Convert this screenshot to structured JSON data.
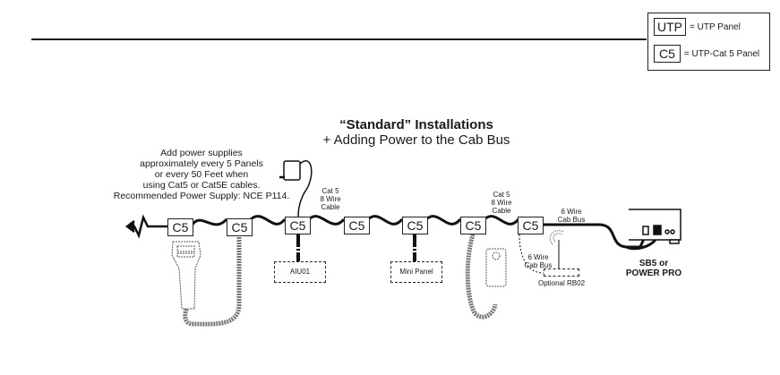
{
  "legend": {
    "items": [
      {
        "key": "UTP",
        "label": "= UTP Panel"
      },
      {
        "key": "C5",
        "label": "= UTP-Cat 5 Panel"
      }
    ]
  },
  "title": {
    "line1": "“Standard” Installations",
    "line2": "+ Adding Power to the Cab Bus"
  },
  "note": {
    "lines": [
      "Add power supplies",
      "approximately every 5 Panels",
      "or every 50 Feet when",
      "using Cat5 or Cat5E cables.",
      "Recommended Power Supply: NCE P114."
    ]
  },
  "panels": [
    "C5",
    "C5",
    "C5",
    "C5",
    "C5",
    "C5",
    "C5"
  ],
  "cable_labels": {
    "cat5_a": [
      "Cat 5",
      "8 Wire",
      "Cable"
    ],
    "cat5_b": [
      "Cat 5",
      "8 Wire",
      "Cable"
    ],
    "cab_bus_main": [
      "6 Wire",
      "Cab Bus"
    ],
    "cab_bus_rb02": [
      "6 Wire",
      "Cab Bus"
    ]
  },
  "devices": {
    "aiu": "AIU01",
    "mini_panel": "Mini Panel",
    "rb02": "Optional RB02",
    "command_station": [
      "SB5 or",
      "POWER PRO"
    ]
  }
}
